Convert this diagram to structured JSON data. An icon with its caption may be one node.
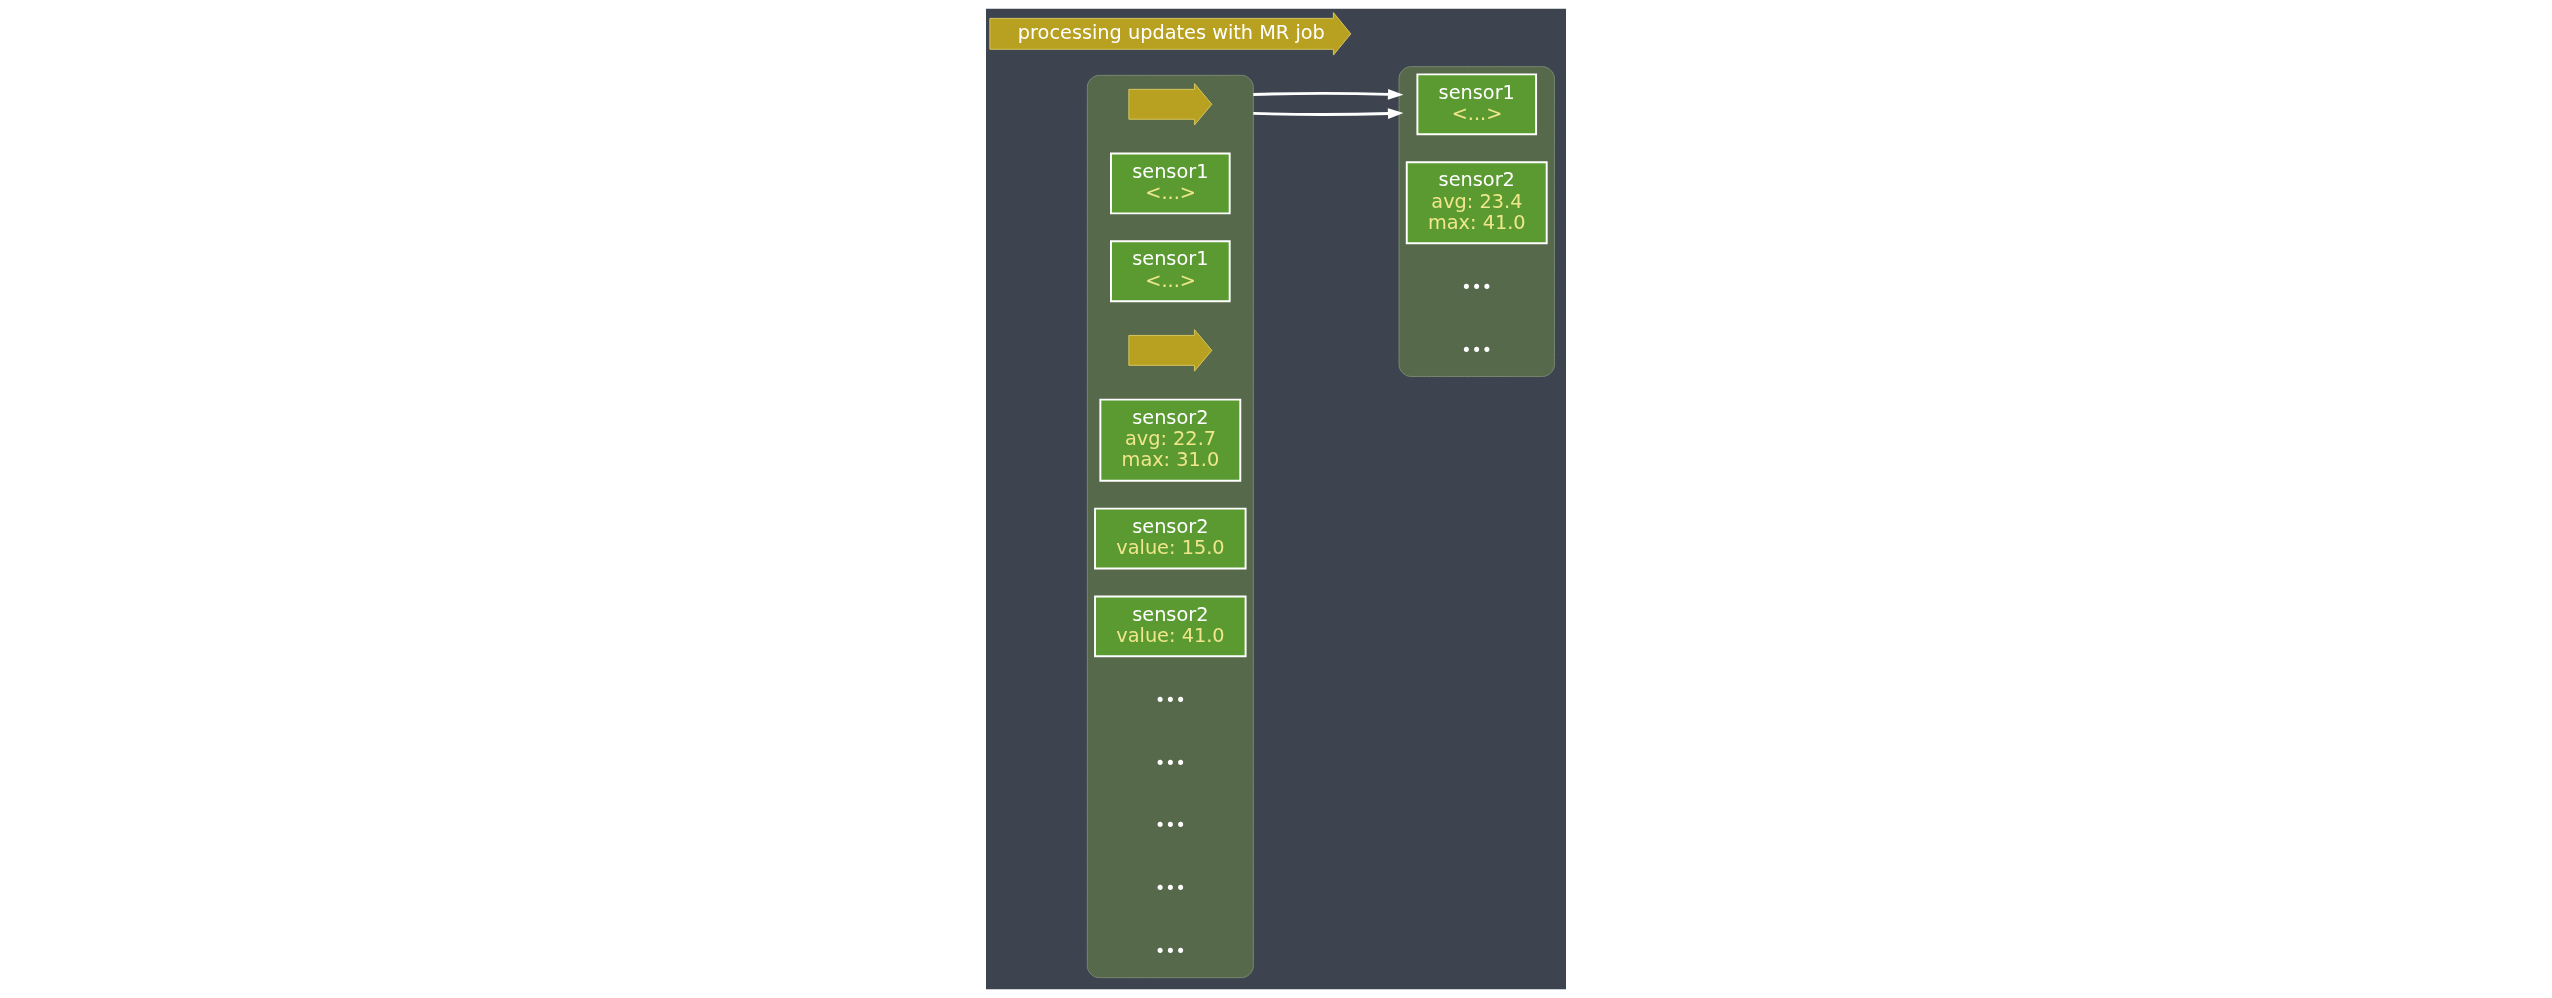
{
  "diagram": {
    "nodes": [
      {
        "text": [],
        "shape": "box"
      },
      {
        "text": [
          "processing updates with MR job"
        ]
      },
      {
        "text": [],
        "shape": "arrow",
        "in": 0
      },
      {
        "text": [
          "sensor1",
          "<...>"
        ],
        "in": 0
      },
      {
        "text": [
          "sensor1",
          "<...>"
        ],
        "in": 0
      },
      {
        "text": [],
        "shape": "arrow",
        "in": 0
      },
      {
        "text": [
          "sensor2",
          "avg: 22.7",
          "max: 31.0"
        ],
        "in": 0
      },
      {
        "text": [
          "sensor2",
          "value: 15.0"
        ],
        "in": 0
      },
      {
        "text": [
          "sensor2",
          "value: 41.0"
        ],
        "in": 0
      },
      {
        "text": [],
        "shape": "box"
      },
      {
        "text": [
          "sensor1",
          "<...>"
        ],
        "in": 9
      },
      {
        "text": [
          "sensor2",
          "avg: 23.4",
          "max: 41.0"
        ],
        "in": 9
      }
    ],
    "edges": [
      {
        "from": 0,
        "to": 9,
        "arrow": "to"
      },
      {
        "from": 0,
        "to": 9,
        "arrow": "to"
      }
    ],
    "labels": [
      "•••",
      "•••",
      "•••",
      "•••",
      "•••",
      "•••",
      "•••"
    ]
  }
}
